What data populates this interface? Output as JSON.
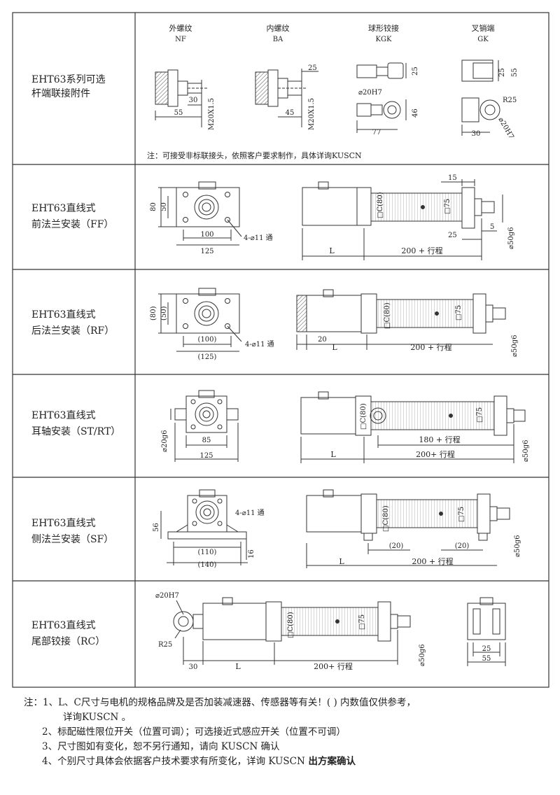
{
  "rows": [
    {
      "title1": "EHT63系列可选",
      "title2": "杆端联接附件",
      "accessories": [
        {
          "name": "外螺纹",
          "code": "NF",
          "dims": [
            "55",
            "30",
            "M20X1.5"
          ]
        },
        {
          "name": "内螺纹",
          "code": "BA",
          "dims": [
            "25",
            "45",
            "M20X1.5"
          ]
        },
        {
          "name": "球形铰接",
          "code": "KGK",
          "dims": [
            "25",
            "⌀20H7",
            "46",
            "77"
          ]
        },
        {
          "name": "叉销端",
          "code": "GK",
          "dims": [
            "25",
            "55",
            "R25",
            "30",
            "⌀20H7"
          ]
        }
      ],
      "note": "注：可接受非标联接头，依照客户要求制作，具体详询KUSCN"
    },
    {
      "title1": "EHT63直线式",
      "title2": "前法兰安装（FF）",
      "dims": {
        "h1": "80",
        "h2": "50",
        "w1": "100",
        "w2": "125",
        "hole": "4-⌀11 通",
        "top": "15",
        "sq": "□C(80)",
        "sq2": "□75",
        "d25": "25",
        "d5": "5",
        "L": "L",
        "stroke": "200 + 行程",
        "rod": "⌀50g6"
      }
    },
    {
      "title1": "EHT63直线式",
      "title2": "后法兰安装（RF）",
      "dims": {
        "h1": "(80)",
        "h2": "(50)",
        "w1": "(100)",
        "w2": "(125)",
        "hole": "4-⌀11 通",
        "sq": "□C(80)",
        "sq2": "□75",
        "d20": "20",
        "L": "L",
        "stroke": "200 + 行程",
        "rod": "⌀50g6"
      }
    },
    {
      "title1": "EHT63直线式",
      "title2": "耳轴安装（ST/RT）",
      "dims": {
        "pin": "⌀20g6",
        "w1": "85",
        "w2": "125",
        "sq": "□C(80)",
        "sq2": "□75",
        "s1": "180 + 行程",
        "s2": "200+ 行程",
        "L": "L",
        "rod": "⌀50g6"
      }
    },
    {
      "title1": "EHT63直线式",
      "title2": "侧法兰安装（SF）",
      "dims": {
        "h": "56",
        "t": "16",
        "w1": "(110)",
        "w2": "(140)",
        "hole": "4-⌀11 通",
        "sq": "□C(80)",
        "sq2": "□75",
        "c1": "(20)",
        "c2": "(20)",
        "L": "L",
        "stroke": "200 + 行程",
        "rod": "⌀50g6"
      }
    },
    {
      "title1": "EHT63直线式",
      "title2": "尾部铰接（RC）",
      "dims": {
        "bore": "⌀20H7",
        "r": "R25",
        "d30": "30",
        "L": "L",
        "sq": "□C(80)",
        "sq2": "□75",
        "stroke": "200+ 行程",
        "rod": "⌀50g6",
        "g25": "25",
        "g55": "55"
      }
    }
  ],
  "notes": {
    "n1a": "注：1、L、C尺寸与电机的规格品牌及是否加装减速器、传感器等有关！(  ) 内数值仅供参考，",
    "n1b": "详询KUSCN 。",
    "n2": "2、标配磁性限位开关（位置可调）；可选接近式感应开关（位置不可调）",
    "n3": "3、尺寸图如有变化，恕不另行通知，请向  KUSCN 确认",
    "n4a": "4、个别尺寸具体会依据客户技术要求有所变化，详询  KUSCN",
    "n4b": " 出方案确认"
  }
}
